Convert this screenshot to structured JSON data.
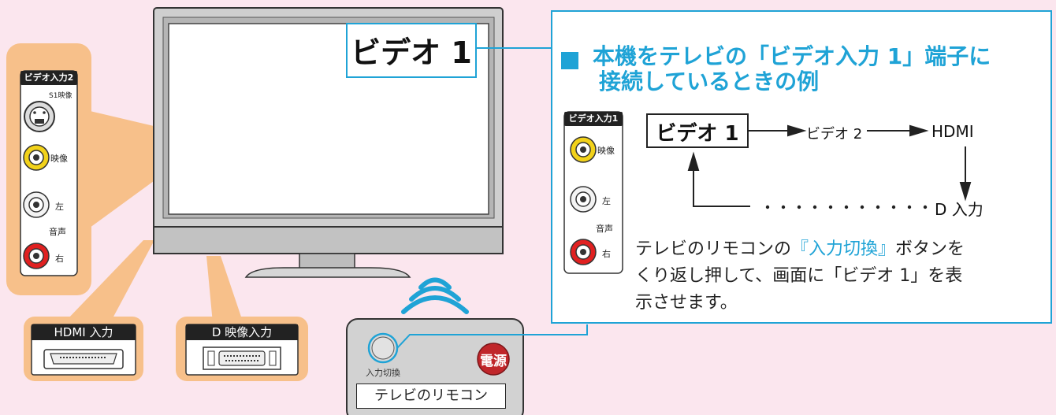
{
  "tv_screen": {
    "channel_label": "ビデオ 1"
  },
  "side_panel": {
    "header": "ビデオ入力2",
    "s1_label": "S1映像",
    "video_label": "映像",
    "left_label": "左",
    "audio_label": "音声",
    "right_label": "右"
  },
  "hdmi_panel": {
    "label": "HDMI 入力"
  },
  "d_panel": {
    "label": "D 映像入力"
  },
  "remote": {
    "input_switch_label": "入力切換",
    "power_label": "電源",
    "caption": "テレビのリモコン"
  },
  "example_box": {
    "title_line1": "本機をテレビの「ビデオ入力 1」端子に",
    "title_line2": "接続しているときの例",
    "panel": {
      "header": "ビデオ入力1",
      "video_label": "映像",
      "left_label": "左",
      "audio_label": "音声",
      "right_label": "右"
    },
    "flow": {
      "current": "ビデオ 1",
      "step2": "ビデオ 2",
      "step3": "HDMI",
      "step4": "D 入力"
    },
    "instruction_before": "テレビのリモコンの",
    "instruction_highlight": "『入力切換』",
    "instruction_after": "ボタンを",
    "instruction_line2": "くり返し押して、画面に「ビデオ 1」を表",
    "instruction_line3": "示させます。"
  },
  "colors": {
    "background": "#fbe6ee",
    "cyan": "#1fa3d6",
    "orange_panel": "#f7c08a",
    "tv_gray": "#c9c9c9",
    "jack_yellow": "#f2d21a",
    "jack_red": "#e02020",
    "power_red": "#c0262a"
  }
}
